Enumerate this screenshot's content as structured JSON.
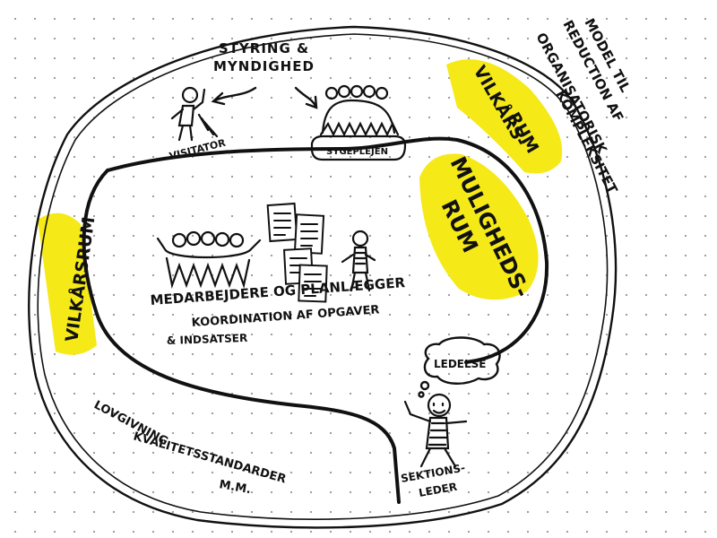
{
  "title": {
    "lines": [
      "MODEL TIL",
      "REDUCTION AF",
      "ORGANISATORISK",
      "KOMPLEKSITET"
    ]
  },
  "zones": {
    "vilkaarsrum_left": "VILKÅRSRUM",
    "vilkaarsrum_right_line1": "VILKÅRS-",
    "vilkaarsrum_right_line2": "RUM",
    "muligheds_line1": "MULIGHEDS-",
    "muligheds_line2": "RUM"
  },
  "top": {
    "styring_line1": "STYRING &",
    "styring_line2": "MYNDIGHED",
    "visitator": "VISITATOR",
    "sygeplejen": "SYGEPLEJEN"
  },
  "center": {
    "staff_line1": "MEDARBEJDERE OG PLANLÆGGER",
    "staff_line2": "KOORDINATION AF OPGAVER",
    "staff_line3": "& INDSATSER"
  },
  "bottom": {
    "law_line1": "LOVGIVNING",
    "law_line2": "KVALITETSSTANDARDER",
    "law_line3": "M.M.",
    "leader_bubble": "LEDELSE",
    "leader_line1": "SEKTIONS-",
    "leader_line2": "LEDER"
  },
  "colors": {
    "highlight": "#f5e918",
    "ink": "#111111",
    "dots": "#9a9a9a"
  },
  "icons": [
    "visitator-figure-icon",
    "nurse-group-icon",
    "staff-group-icon",
    "document-stack-icon",
    "coordinator-figure-icon",
    "section-leader-figure-icon",
    "thought-bubble-icon",
    "arrow-down-icon"
  ]
}
